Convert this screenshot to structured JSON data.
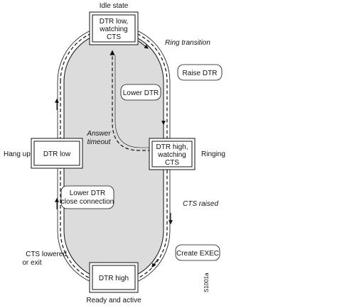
{
  "colors": {
    "track_fill": "#dcdcdc",
    "line": "#111111",
    "box_fill": "#ffffff",
    "background": "#ffffff"
  },
  "states": {
    "idle": {
      "lines": [
        "DTR low,",
        "watching",
        "CTS"
      ]
    },
    "hangup_box": {
      "lines": [
        "DTR low"
      ]
    },
    "ringing_box": {
      "lines": [
        "DTR high,",
        "watching",
        "CTS"
      ]
    },
    "ready_box": {
      "lines": [
        "DTR high"
      ]
    }
  },
  "actions": {
    "raise_dtr": "Raise DTR",
    "lower_dtr": "Lower DTR",
    "lower_dtr_close": [
      "Lower DTR",
      "close connection"
    ],
    "create_exec": "Create EXEC"
  },
  "labels": {
    "idle_state": "Idle state",
    "ring_transition": "Ring transition",
    "answer_timeout": [
      "Answer",
      "timeout"
    ],
    "hang_up": "Hang up",
    "ringing": "Ringing",
    "cts_raised": "CTS raised",
    "cts_lowered": [
      "CTS lowered",
      "or exit"
    ],
    "ready_active": "Ready and active",
    "figure_id": "S1001a"
  }
}
